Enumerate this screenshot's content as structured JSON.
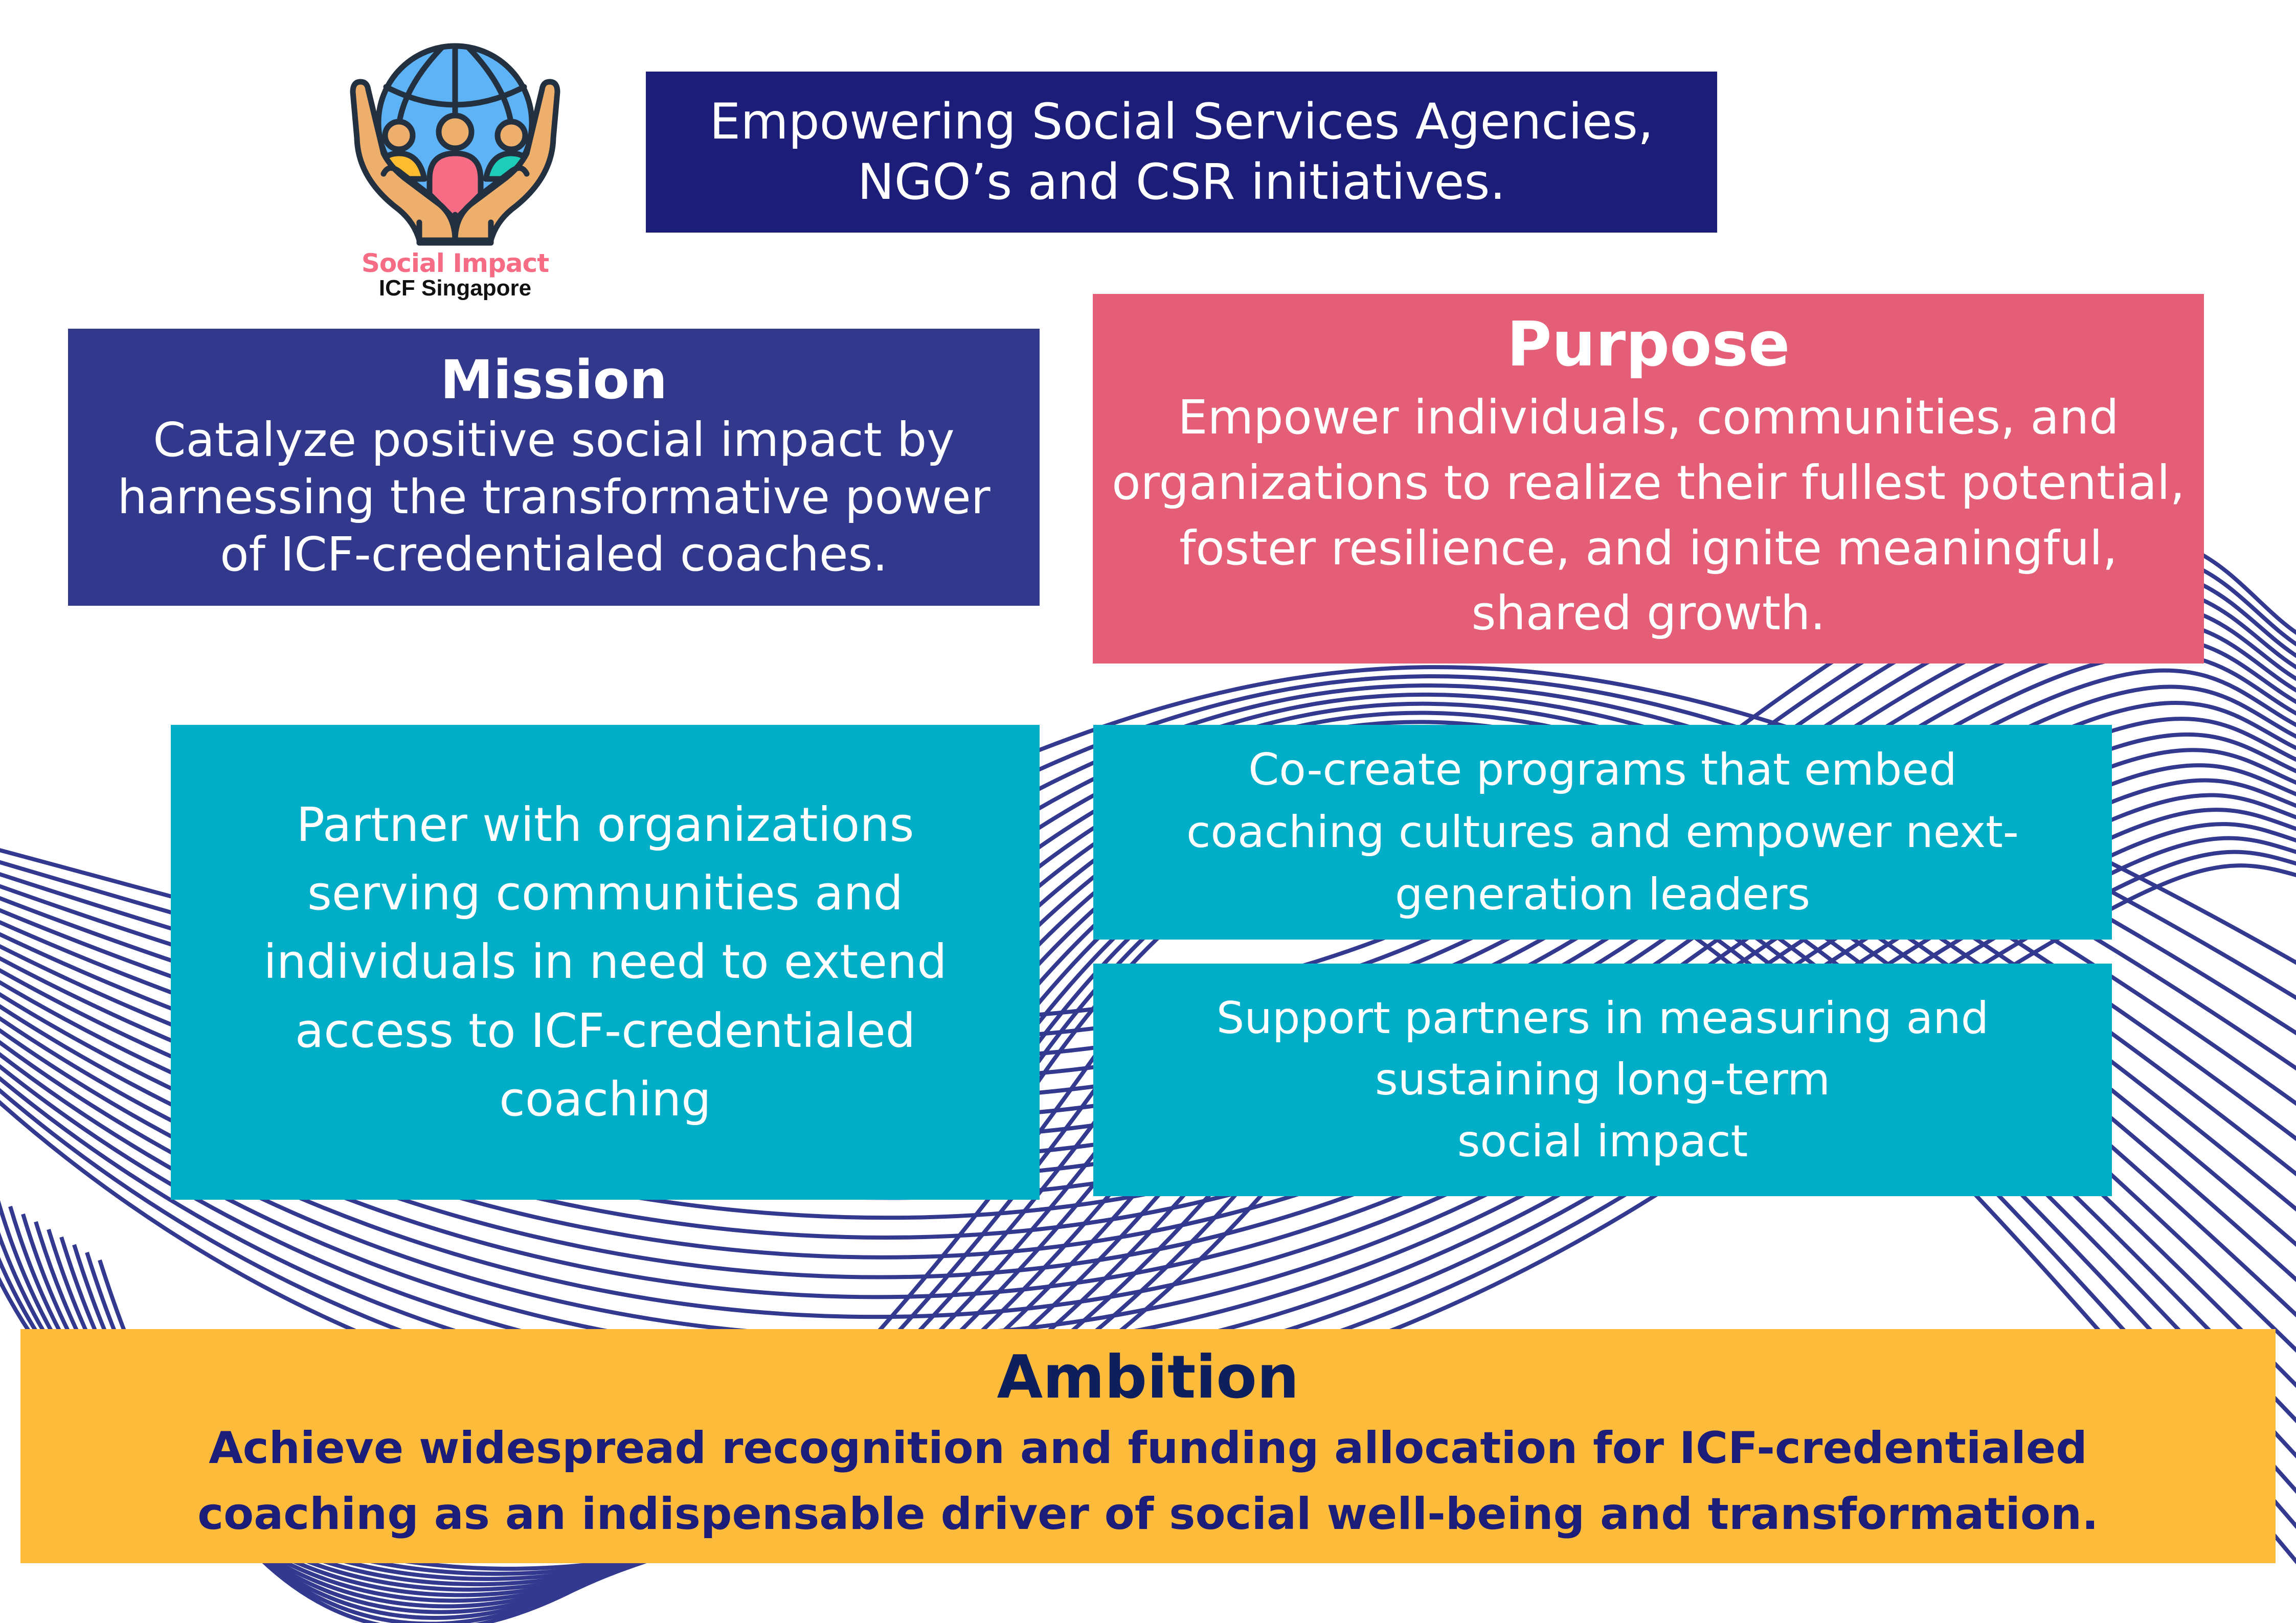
{
  "logo": {
    "brand": "Social Impact",
    "subtitle": "ICF Singapore",
    "icon": "hands-holding-globe-with-people-icon"
  },
  "tagline": {
    "lines": [
      "Empowering Social Services Agencies,",
      "NGO’s and CSR initiatives."
    ]
  },
  "mission": {
    "title": "Mission",
    "lines": [
      "Catalyze positive social impact by",
      "harnessing the transformative power",
      "of ICF-credentialed coaches."
    ]
  },
  "purpose": {
    "title": "Purpose",
    "lines": [
      "Empower individuals, communities, and",
      "organizations to realize their fullest potential,",
      "foster resilience, and ignite meaningful,",
      "shared growth."
    ]
  },
  "pillars": [
    {
      "lines": [
        "Partner with organizations",
        "serving communities and",
        "individuals in need to extend",
        "access to ICF-credentialed",
        "coaching"
      ]
    },
    {
      "lines": [
        "Co-create programs that embed",
        "coaching cultures and empower next-",
        "generation leaders"
      ]
    },
    {
      "lines": [
        "Support partners in measuring and",
        "sustaining long-term",
        "social impact"
      ]
    }
  ],
  "ambition": {
    "title": "Ambition",
    "lines": [
      "Achieve widespread recognition and funding allocation for ICF-credentialed",
      "coaching as an indispensable driver of social well-being and transformation."
    ]
  },
  "colors": {
    "tagline_bg": "#1B1D78",
    "mission_bg": "#32398D",
    "purpose_bg": "#E35E76",
    "pillar_bg": "#00AEC7",
    "ambition_bg": "#FDBB3B",
    "ambition_text": "#1B1D78",
    "wave_lines": "#33398F",
    "brand_pink": "#F56C84"
  }
}
